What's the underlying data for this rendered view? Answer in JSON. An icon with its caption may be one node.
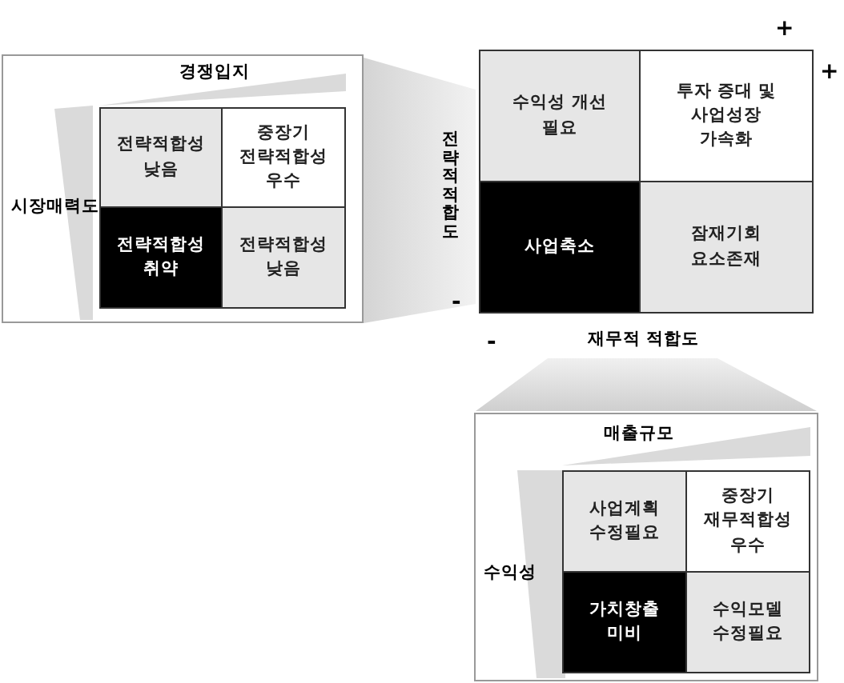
{
  "diagram": {
    "nodes": [
      {
        "text": [],
        "shape": "box"
      },
      {
        "text": [
          "전략적합성 낮음"
        ],
        "in": 0
      },
      {
        "text": [
          "중장기 전략적합성 우수"
        ],
        "in": 0
      },
      {
        "text": [
          "전략적합성 취약"
        ],
        "in": 0
      },
      {
        "text": [
          "전략적합성 낮음"
        ],
        "in": 0
      },
      {
        "text": [
          "수익성 개선 필요"
        ]
      },
      {
        "text": [
          "투자 증대 및 사업성장 가속화"
        ]
      },
      {
        "text": [
          "사업축소"
        ]
      },
      {
        "text": [
          "잠재기회 요소존재"
        ]
      },
      {
        "text": [],
        "shape": "box"
      },
      {
        "text": [
          "사업계획 수정필요"
        ],
        "in": 9
      },
      {
        "text": [
          "중장기 재무적합성 우수"
        ],
        "in": 9
      },
      {
        "text": [
          "가치창출 미비"
        ],
        "in": 9
      },
      {
        "text": [
          "수익모델 수정필요"
        ],
        "in": 9
      }
    ],
    "labels": [
      "+",
      "경쟁입지",
      "+",
      "시장매력도",
      "전략적 적합도",
      "-",
      "-",
      "재무적 적합도",
      "매출규모",
      "수익성"
    ]
  }
}
